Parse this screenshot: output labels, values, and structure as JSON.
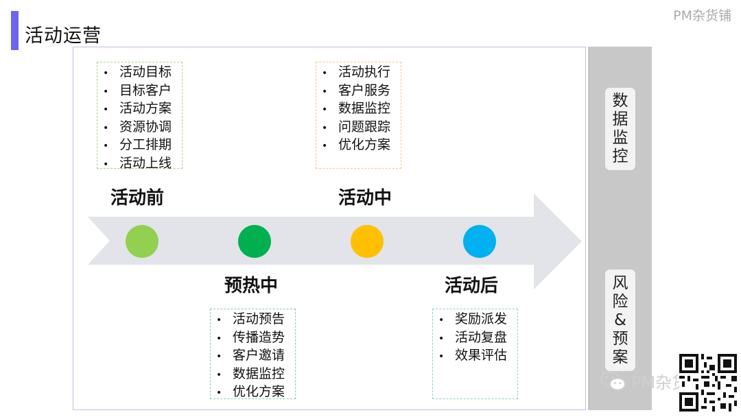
{
  "header": {
    "title": "活动运营",
    "brand": "PM杂货铺"
  },
  "side_panels": {
    "top": [
      "数",
      "据",
      "监",
      "控"
    ],
    "bottom": [
      "风",
      "险",
      "&",
      "预",
      "案"
    ]
  },
  "stages": [
    {
      "name": "活动前",
      "color": "#92d050",
      "items": [
        "活动目标",
        "目标客户",
        "活动方案",
        "资源协调",
        "分工排期",
        "活动上线"
      ],
      "border": "#a9d18e"
    },
    {
      "name": "预热中",
      "color": "#00b050",
      "items": [
        "活动预告",
        "传播造势",
        "客户邀请",
        "数据监控",
        "优化方案"
      ],
      "border": "#8fc9a4"
    },
    {
      "name": "活动中",
      "color": "#ffc000",
      "items": [
        "活动执行",
        "客户服务",
        "数据监控",
        "问题跟踪",
        "优化方案"
      ],
      "border": "#f2c58f"
    },
    {
      "name": "活动后",
      "color": "#00b0f0",
      "items": [
        "奖励派发",
        "活动复盘",
        "效果评估"
      ],
      "border": "#8ecfcf"
    }
  ],
  "bullet": "•",
  "watermark": {
    "text": "PM杂货铺"
  }
}
